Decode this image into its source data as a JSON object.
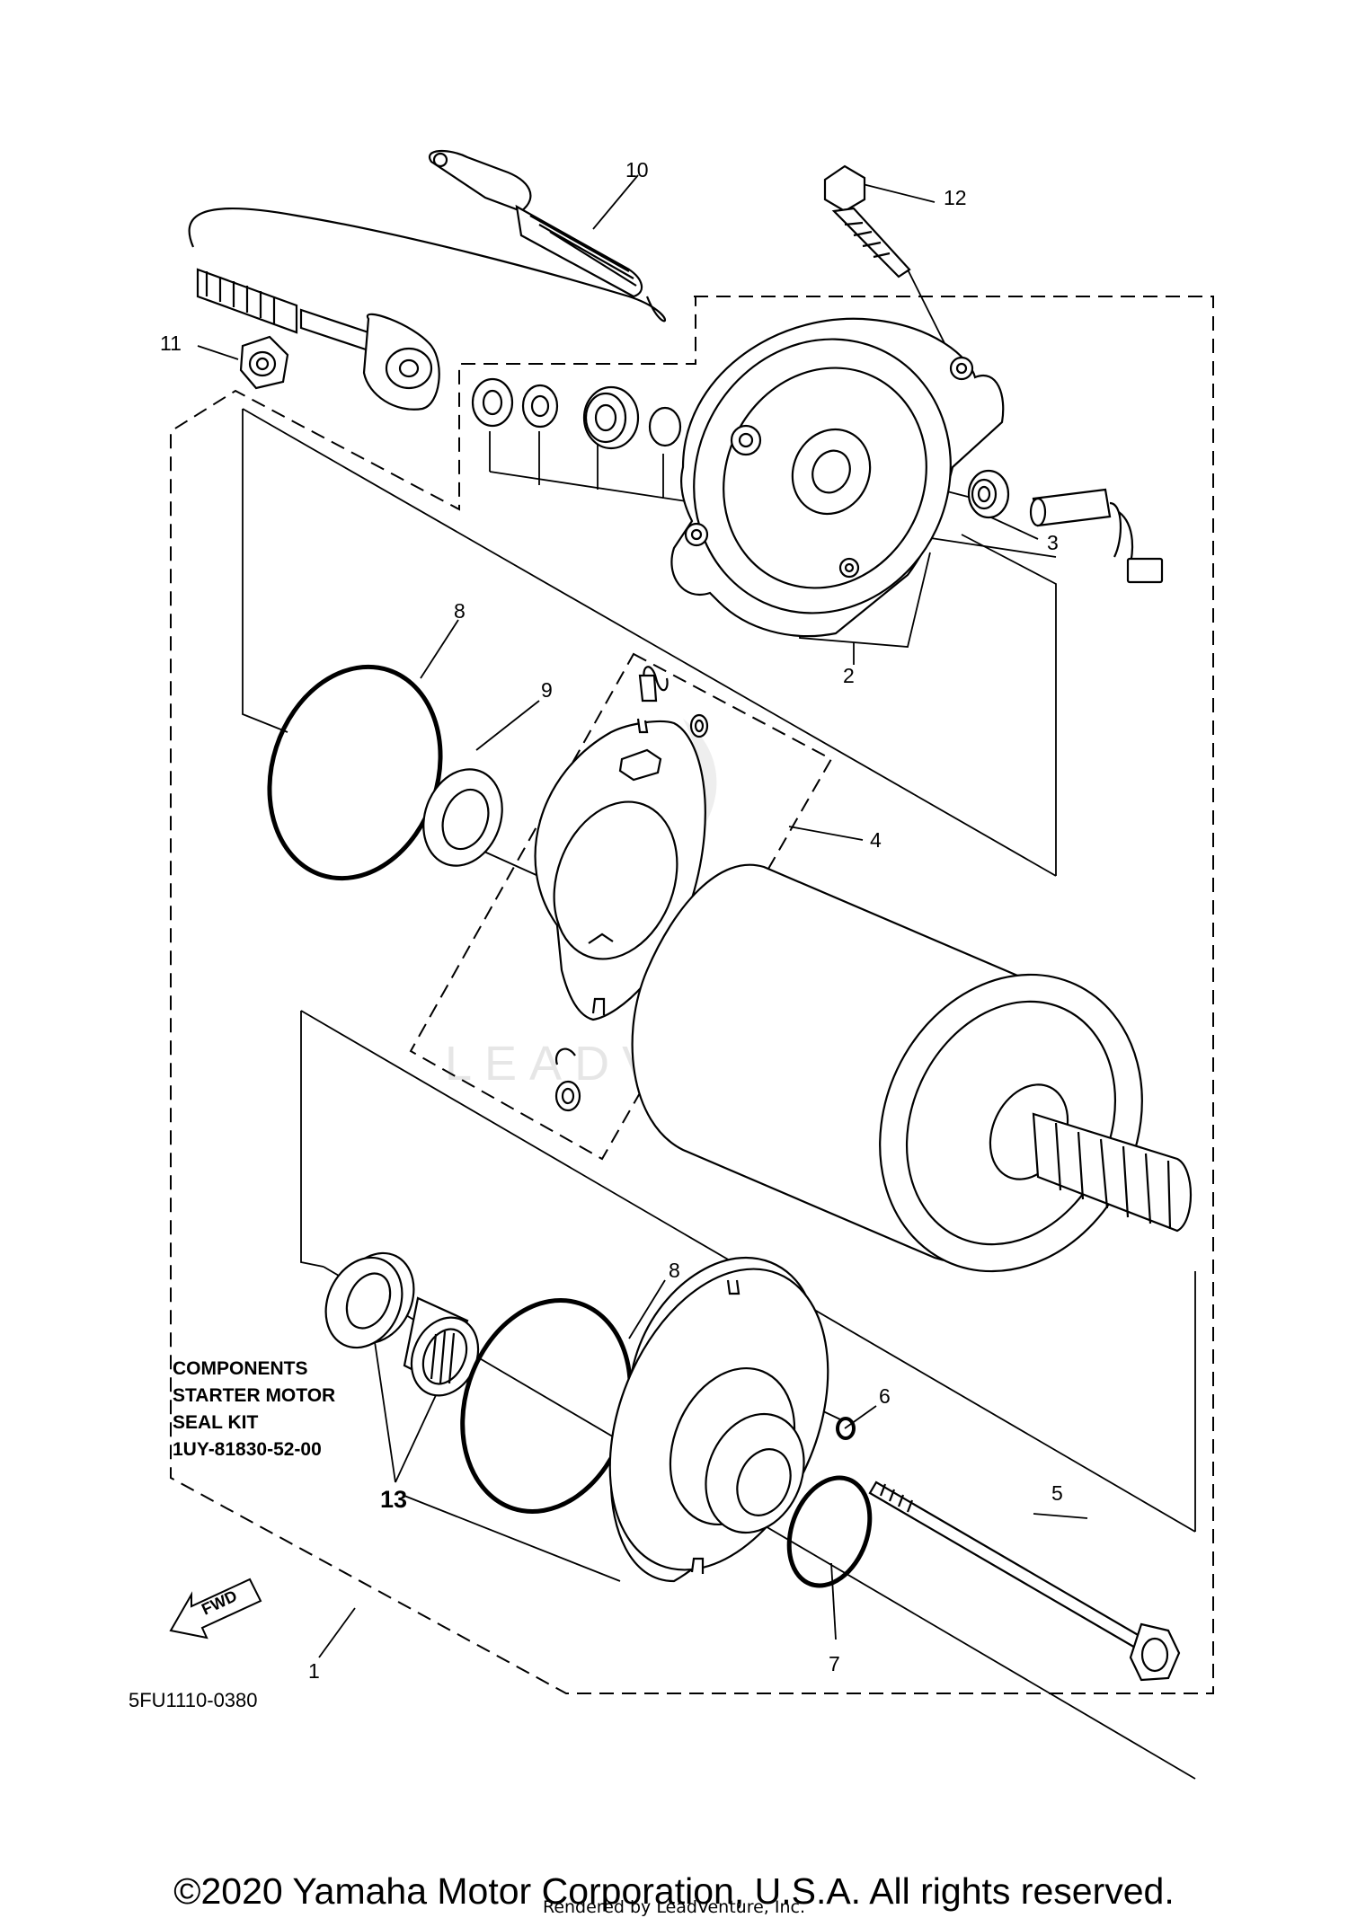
{
  "diagram": {
    "callouts": {
      "c1": "1",
      "c2": "2",
      "c3": "3",
      "c4": "4",
      "c5": "5",
      "c6": "6",
      "c7": "7",
      "c8a": "8",
      "c8b": "8",
      "c9": "9",
      "c10": "10",
      "c11": "11",
      "c12": "12",
      "c13": "13"
    },
    "kit_note": [
      "COMPONENTS",
      "STARTER MOTOR",
      "SEAL KIT",
      "1UY-81830-52-00"
    ],
    "fwd_label": "FWD",
    "diagram_code": "5FU1110-0380",
    "watermark": "LEADVENTURE"
  },
  "footer": {
    "copyright": "©2020 Yamaha Motor Corporation, U.S.A. All rights reserved.",
    "rendered_by": "Rendered by LeadVenture, Inc."
  }
}
